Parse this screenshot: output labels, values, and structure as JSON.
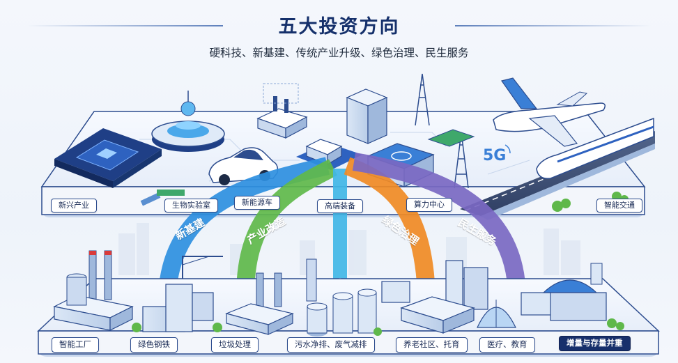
{
  "header": {
    "title": "五大投资方向",
    "subtitle": "硬科技、新基建、传统产业升级、绿色治理、民生服务"
  },
  "top_labels": {
    "emerging_industry": "新兴产业",
    "biolab": "生物实验室",
    "new_energy_vehicle": "新能源车",
    "high_end_equipment": "高端装备",
    "computing_center": "算力中心",
    "smart_transport": "智能交通"
  },
  "ribbons": {
    "new_infra": "新基建",
    "industry_upgrade": "产业改造",
    "green_governance": "绿色治理",
    "livelihood": "民生服务"
  },
  "bottom_labels": {
    "smart_factory": "智能工厂",
    "green_steel": "绿色钢铁",
    "waste_treatment": "垃圾处理",
    "sewage_emission": "污水净排、废气减排",
    "elderly_childcare": "养老社区、托育",
    "medical_education": "医疗、教育",
    "incremental_stock": "增量与存量并重"
  },
  "icon_text": {
    "five_g": "5G"
  },
  "colors": {
    "title": "#15306b",
    "ribbon_blue": "#2e8fe0",
    "ribbon_cyan": "#41b6e6",
    "ribbon_green": "#5fb84a",
    "ribbon_orange": "#f08a24",
    "ribbon_purple": "#7a68c2",
    "platform_edge": "#2c4c8e"
  }
}
